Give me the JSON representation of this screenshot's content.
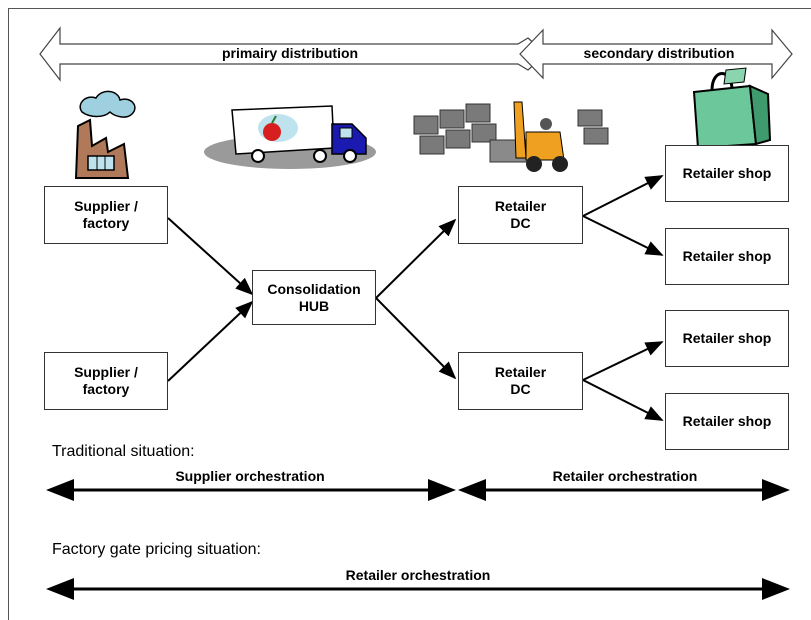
{
  "top_bands": {
    "primary": "primairy distribution",
    "secondary": "secondary distribution"
  },
  "nodes": {
    "supplier_1": "Supplier /\nfactory",
    "supplier_2": "Supplier /\nfactory",
    "hub": "Consolidation\nHUB",
    "dc_1": "Retailer\nDC",
    "dc_2": "Retailer\nDC",
    "shop_1": "Retailer shop",
    "shop_2": "Retailer shop",
    "shop_3": "Retailer shop",
    "shop_4": "Retailer shop"
  },
  "traditional": {
    "heading": "Traditional situation:",
    "left_label": "Supplier orchestration",
    "right_label": "Retailer orchestration"
  },
  "factory_gate": {
    "heading": "Factory gate pricing situation:",
    "label": "Retailer orchestration"
  },
  "icons": [
    "factory-icon",
    "truck-icon",
    "forklift-warehouse-icon",
    "shopping-bag-icon"
  ],
  "colors": {
    "line": "#000000",
    "factory_smoke": "#9fd0e0",
    "factory_brick": "#b07a5a",
    "truck_cab": "#1a1ab0",
    "apple": "#d81f1f",
    "forklift": "#f0a020",
    "bag": "#6cc79a"
  }
}
